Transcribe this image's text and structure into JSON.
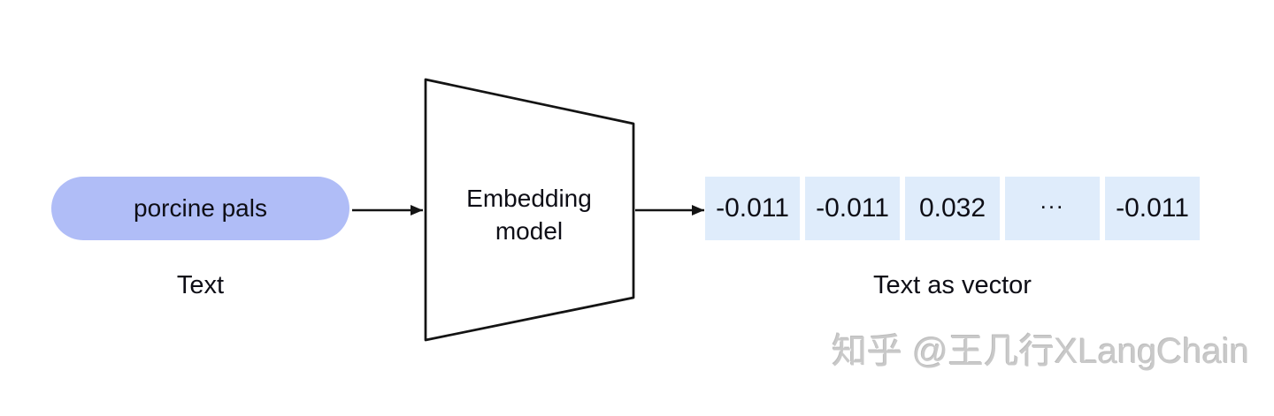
{
  "diagram": {
    "input": {
      "text": "porcine pals",
      "caption": "Text"
    },
    "model": {
      "label": "Embedding model"
    },
    "output": {
      "caption": "Text as vector",
      "cells": [
        "-0.011",
        "-0.011",
        "0.032",
        "...",
        "-0.011"
      ]
    }
  },
  "watermark": "知乎 @王几行XLangChain",
  "colors": {
    "pill_background": "#b0bdf7",
    "cell_background": "#dfecfb",
    "shape_stroke": "#141414",
    "text": "#0e0e16",
    "watermark_gray": "#c9c9c9",
    "page_background": "#ffffff"
  }
}
